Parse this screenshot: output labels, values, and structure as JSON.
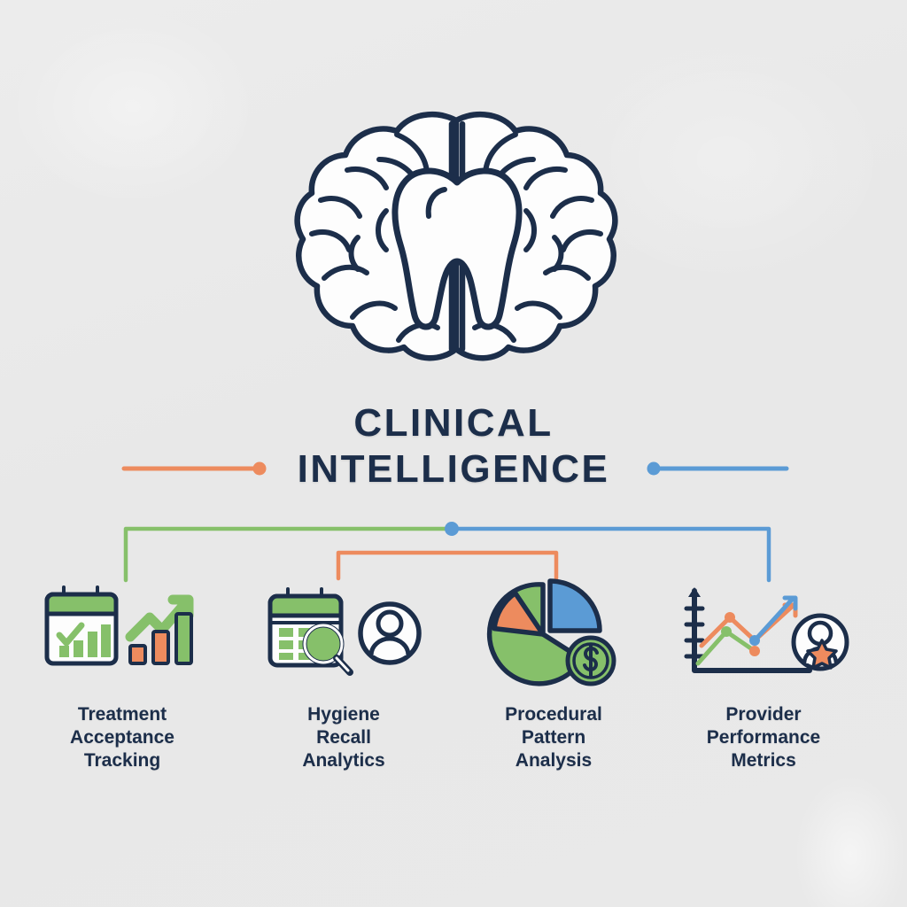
{
  "background_color": "#eaeaea",
  "palette": {
    "navy": "#1c2e4a",
    "green": "#86c06a",
    "orange": "#ed8b5e",
    "blue": "#5b9bd5",
    "white": "#fdfdfd"
  },
  "logo": {
    "name": "brain-tooth-logo",
    "description": "Outlined brain with a tooth silhouette at its centre",
    "stroke_color": "#1c2e4a",
    "fill_color": "#fdfdfd"
  },
  "title": {
    "line1": "CLINICAL",
    "line2": "INTELLIGENCE",
    "color": "#1c2e4a"
  },
  "decorations": {
    "left_rule": {
      "name": "left-accent-rule",
      "color": "#ed8b5e",
      "dot_side": "right"
    },
    "right_rule": {
      "name": "right-accent-rule",
      "color": "#5b9bd5",
      "dot_side": "left"
    },
    "outer_bracket_left_color": "#86c06a",
    "outer_bracket_right_color": "#5b9bd5",
    "inner_bracket_color": "#ed8b5e",
    "hub_dot_color": "#5b9bd5"
  },
  "columns": [
    {
      "id": "treatment-acceptance-tracking",
      "caption_lines": [
        "Treatment",
        "Acceptance",
        "Tracking"
      ],
      "icons": [
        "calendar-checkmark-bars-icon",
        "growth-bar-chart-arrow-icon"
      ]
    },
    {
      "id": "hygiene-recall-analytics",
      "caption_lines": [
        "Hygiene",
        "Recall",
        "Analytics"
      ],
      "icons": [
        "calendar-magnifier-icon",
        "user-avatar-icon"
      ]
    },
    {
      "id": "procedural-pattern-analysis",
      "caption_lines": [
        "Procedural",
        "Pattern",
        "Analysis"
      ],
      "icons": [
        "pie-chart-icon",
        "dollar-coin-icon"
      ]
    },
    {
      "id": "provider-performance-metrics",
      "caption_lines": [
        "Provider",
        "Performance",
        "Metrics"
      ],
      "icons": [
        "line-chart-trend-icon",
        "award-badge-person-icon"
      ]
    }
  ],
  "chart_data": [
    {
      "type": "bar",
      "title": "Growth bar chart icon",
      "categories": [
        "1",
        "2",
        "3"
      ],
      "values": [
        30,
        60,
        100
      ],
      "colors": [
        "#ed8b5e",
        "#ed8b5e",
        "#86c06a"
      ],
      "trend": "rising arrow",
      "xlabel": "",
      "ylabel": "",
      "ylim": [
        0,
        100
      ]
    },
    {
      "type": "pie",
      "title": "Procedural mix pie icon",
      "labels": [
        "green",
        "blue",
        "orange"
      ],
      "values": [
        62,
        26,
        12
      ],
      "colors": [
        "#86c06a",
        "#5b9bd5",
        "#ed8b5e"
      ],
      "exploded": [
        "blue"
      ]
    },
    {
      "type": "line",
      "title": "Provider performance line icon",
      "x": [
        0,
        1,
        2,
        3,
        4
      ],
      "series": [
        {
          "name": "orange",
          "values": [
            30,
            72,
            45,
            82,
            96
          ],
          "color": "#ed8b5e"
        },
        {
          "name": "green",
          "values": [
            10,
            55,
            28,
            70,
            88
          ],
          "color": "#86c06a"
        },
        {
          "name": "blue",
          "values": [
            null,
            null,
            45,
            78,
            100
          ],
          "color": "#5b9bd5"
        }
      ],
      "xlabel": "",
      "ylabel": "",
      "grid": false,
      "legend": "none"
    }
  ]
}
